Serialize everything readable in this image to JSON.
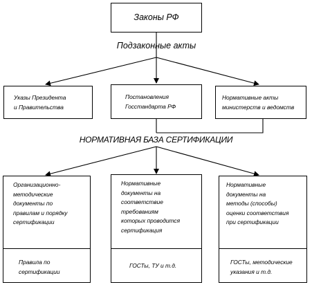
{
  "top_box": "Законы РФ",
  "subtitle": "Подзаконные акты",
  "level2": [
    {
      "lines": [
        "Указы Президента",
        "и Правительства"
      ]
    },
    {
      "lines": [
        "Постановления",
        "Госстандарта РФ"
      ]
    },
    {
      "lines": [
        "Нормативные акты",
        "министерств и ведомств"
      ]
    }
  ],
  "base_title": "НОРМАТИВНАЯ БАЗА СЕРТИФИКАЦИИ",
  "level3": [
    {
      "top_lines": [
        "Организационно-",
        "методические",
        "документы по",
        "правилам и порядку",
        "сертификации"
      ],
      "bottom_lines": [
        "Правила по",
        "сертификации"
      ]
    },
    {
      "top_lines": [
        "Нормативные",
        "документы на",
        "соответствие",
        "требованиям",
        "которых проводится",
        "сертификация"
      ],
      "bottom_lines": [
        "ГОСТы, ТУ и т.д."
      ]
    },
    {
      "top_lines": [
        "Нормативные",
        "документы на",
        "методы (способы)",
        "оценки соответствия",
        "при сертификации"
      ],
      "bottom_lines": [
        "ГОСТы, методические",
        "указания и т.д."
      ]
    }
  ]
}
